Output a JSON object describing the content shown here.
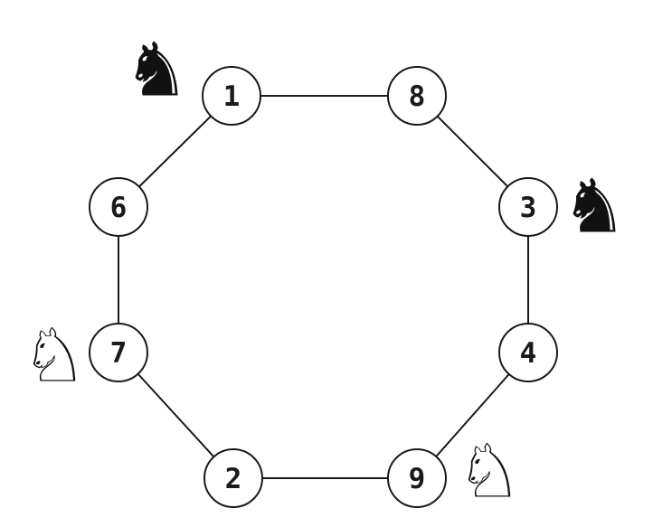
{
  "nodes": [
    {
      "id": "n1",
      "label": "1"
    },
    {
      "id": "n8",
      "label": "8"
    },
    {
      "id": "n3",
      "label": "3"
    },
    {
      "id": "n4",
      "label": "4"
    },
    {
      "id": "n9",
      "label": "9"
    },
    {
      "id": "n2",
      "label": "2"
    },
    {
      "id": "n7",
      "label": "7"
    },
    {
      "id": "n6",
      "label": "6"
    }
  ],
  "edges": [
    [
      "n1",
      "n8"
    ],
    [
      "n8",
      "n3"
    ],
    [
      "n3",
      "n4"
    ],
    [
      "n4",
      "n9"
    ],
    [
      "n9",
      "n2"
    ],
    [
      "n2",
      "n7"
    ],
    [
      "n7",
      "n6"
    ],
    [
      "n6",
      "n1"
    ]
  ],
  "knights": [
    {
      "color": "black",
      "glyph": "♞",
      "near": "n1"
    },
    {
      "color": "black",
      "glyph": "♞",
      "near": "n3"
    },
    {
      "color": "white",
      "glyph": "♘",
      "near": "n7"
    },
    {
      "color": "white",
      "glyph": "♘",
      "near": "n9"
    }
  ]
}
